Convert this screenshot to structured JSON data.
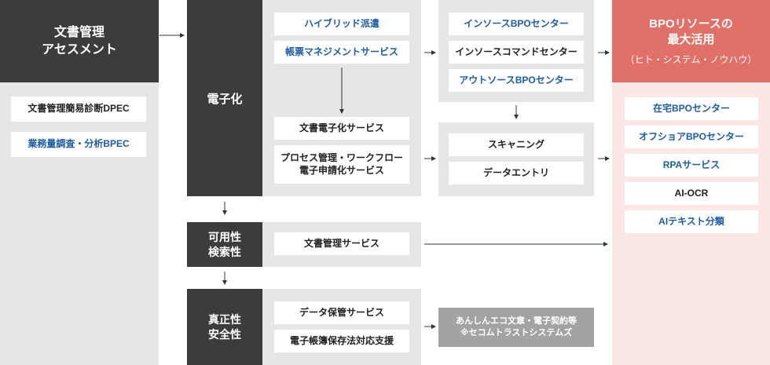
{
  "assessment": {
    "title": "文書管理\nアセスメント",
    "items": [
      "文書管理簡易診断DPEC",
      "業務量調査・分析BPEC"
    ]
  },
  "digitization": {
    "label": "電子化",
    "items_top": [
      "ハイブリッド派遣",
      "帳票マネジメントサービス"
    ],
    "items_bottom": [
      "文書電子化サービス",
      "プロセス管理・ワークフロー\n電子申請化サービス"
    ]
  },
  "centers": {
    "top": [
      "インソースBPOセンター",
      "インソースコマンドセンター",
      "アウトソースBPOセンター"
    ],
    "bottom": [
      "スキャニング",
      "データエントリ"
    ]
  },
  "searchability": {
    "label": "可用性\n検索性",
    "item": "文書管理サービス"
  },
  "security": {
    "label": "真正性\n安全性",
    "items": [
      "データ保管サービス",
      "電子帳簿保存法対応支援"
    ],
    "partner": "あんしんエコ文章・電子契約等\n※セコムトラストシステムズ"
  },
  "bpo": {
    "title": "BPOリソースの\n最大活用",
    "subtitle": "（ヒト・システム・ノウハウ）",
    "items": [
      "在宅BPOセンター",
      "オフショアBPOセンター",
      "RPAサービス",
      "AI-OCR",
      "AIテキスト分類"
    ]
  },
  "colors": {
    "dark": "#3c3c3c",
    "panel": "#e6e6e6",
    "blue_text": "#1d5ca8",
    "bpo_header": "#e07068",
    "bpo_panel": "#fbe8e6",
    "partner_box": "#a3a3a3"
  }
}
